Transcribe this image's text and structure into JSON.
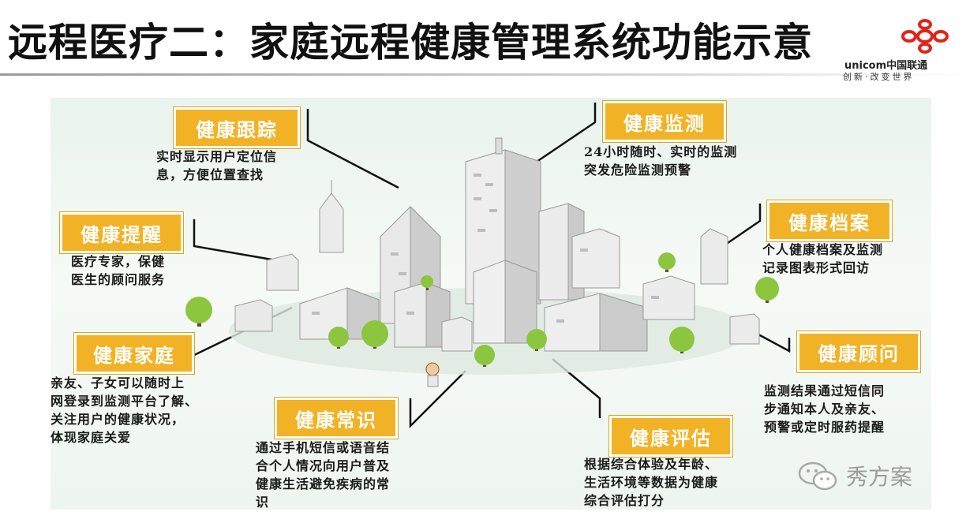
{
  "title": "远程医疗二：家庭远程健康管理系统功能示意",
  "logo": {
    "name": "unicom中国联通",
    "slogan": "创新·改变世界"
  },
  "features": [
    {
      "key": "tracking",
      "title": "健康跟踪",
      "lines": [
        "实时显示用户定位信",
        "息，方便位置查找"
      ]
    },
    {
      "key": "monitoring",
      "title": "健康监测",
      "lines": [
        "24小时随时、实时的监测",
        "突发危险监测预警"
      ]
    },
    {
      "key": "reminder",
      "title": "健康提醒",
      "lines": [
        "医疗专家，保健",
        "医生的顾问服务"
      ]
    },
    {
      "key": "records",
      "title": "健康档案",
      "lines": [
        "个人健康档案及监测",
        "记录图表形式回访"
      ]
    },
    {
      "key": "family",
      "title": "健康家庭",
      "lines": [
        "亲友、子女可以随时上",
        "网登录到监测平台了解、",
        "关注用户的健康状况，",
        "体现家庭关爱"
      ]
    },
    {
      "key": "advisor",
      "title": "健康顾问",
      "lines": [
        "监测结果通过短信同",
        "步通知本人及亲友、",
        "预警或定时服药提醒"
      ]
    },
    {
      "key": "knowledge",
      "title": "健康常识",
      "lines": [
        "通过手机短信或语音结",
        "合个人情况向用户普及",
        "健康生活避免疾病的常",
        "识"
      ]
    },
    {
      "key": "assessment",
      "title": "健康评估",
      "lines": [
        "根据综合体验及年龄、",
        "生活环境等数据为健康",
        "综合评估打分"
      ]
    }
  ],
  "watermark": "秀方案",
  "colors": {
    "tag": "#f2b226",
    "logo_red": "#e2231a",
    "tree": "#8cc63f"
  }
}
